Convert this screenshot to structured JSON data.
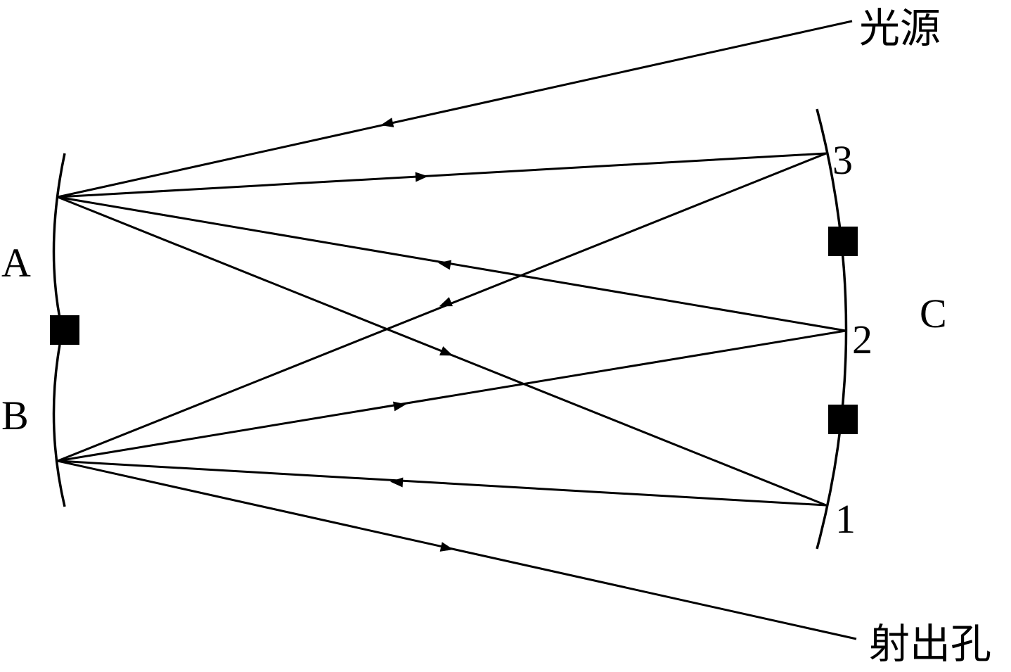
{
  "labels": {
    "light_source": "光源",
    "exit_hole": "射出孔",
    "mirror_a": "A",
    "mirror_b": "B",
    "mirror_c": "C",
    "point_1": "1",
    "point_2": "2",
    "point_3": "3"
  },
  "colors": {
    "ink": "#000000",
    "background": "#ffffff"
  }
}
